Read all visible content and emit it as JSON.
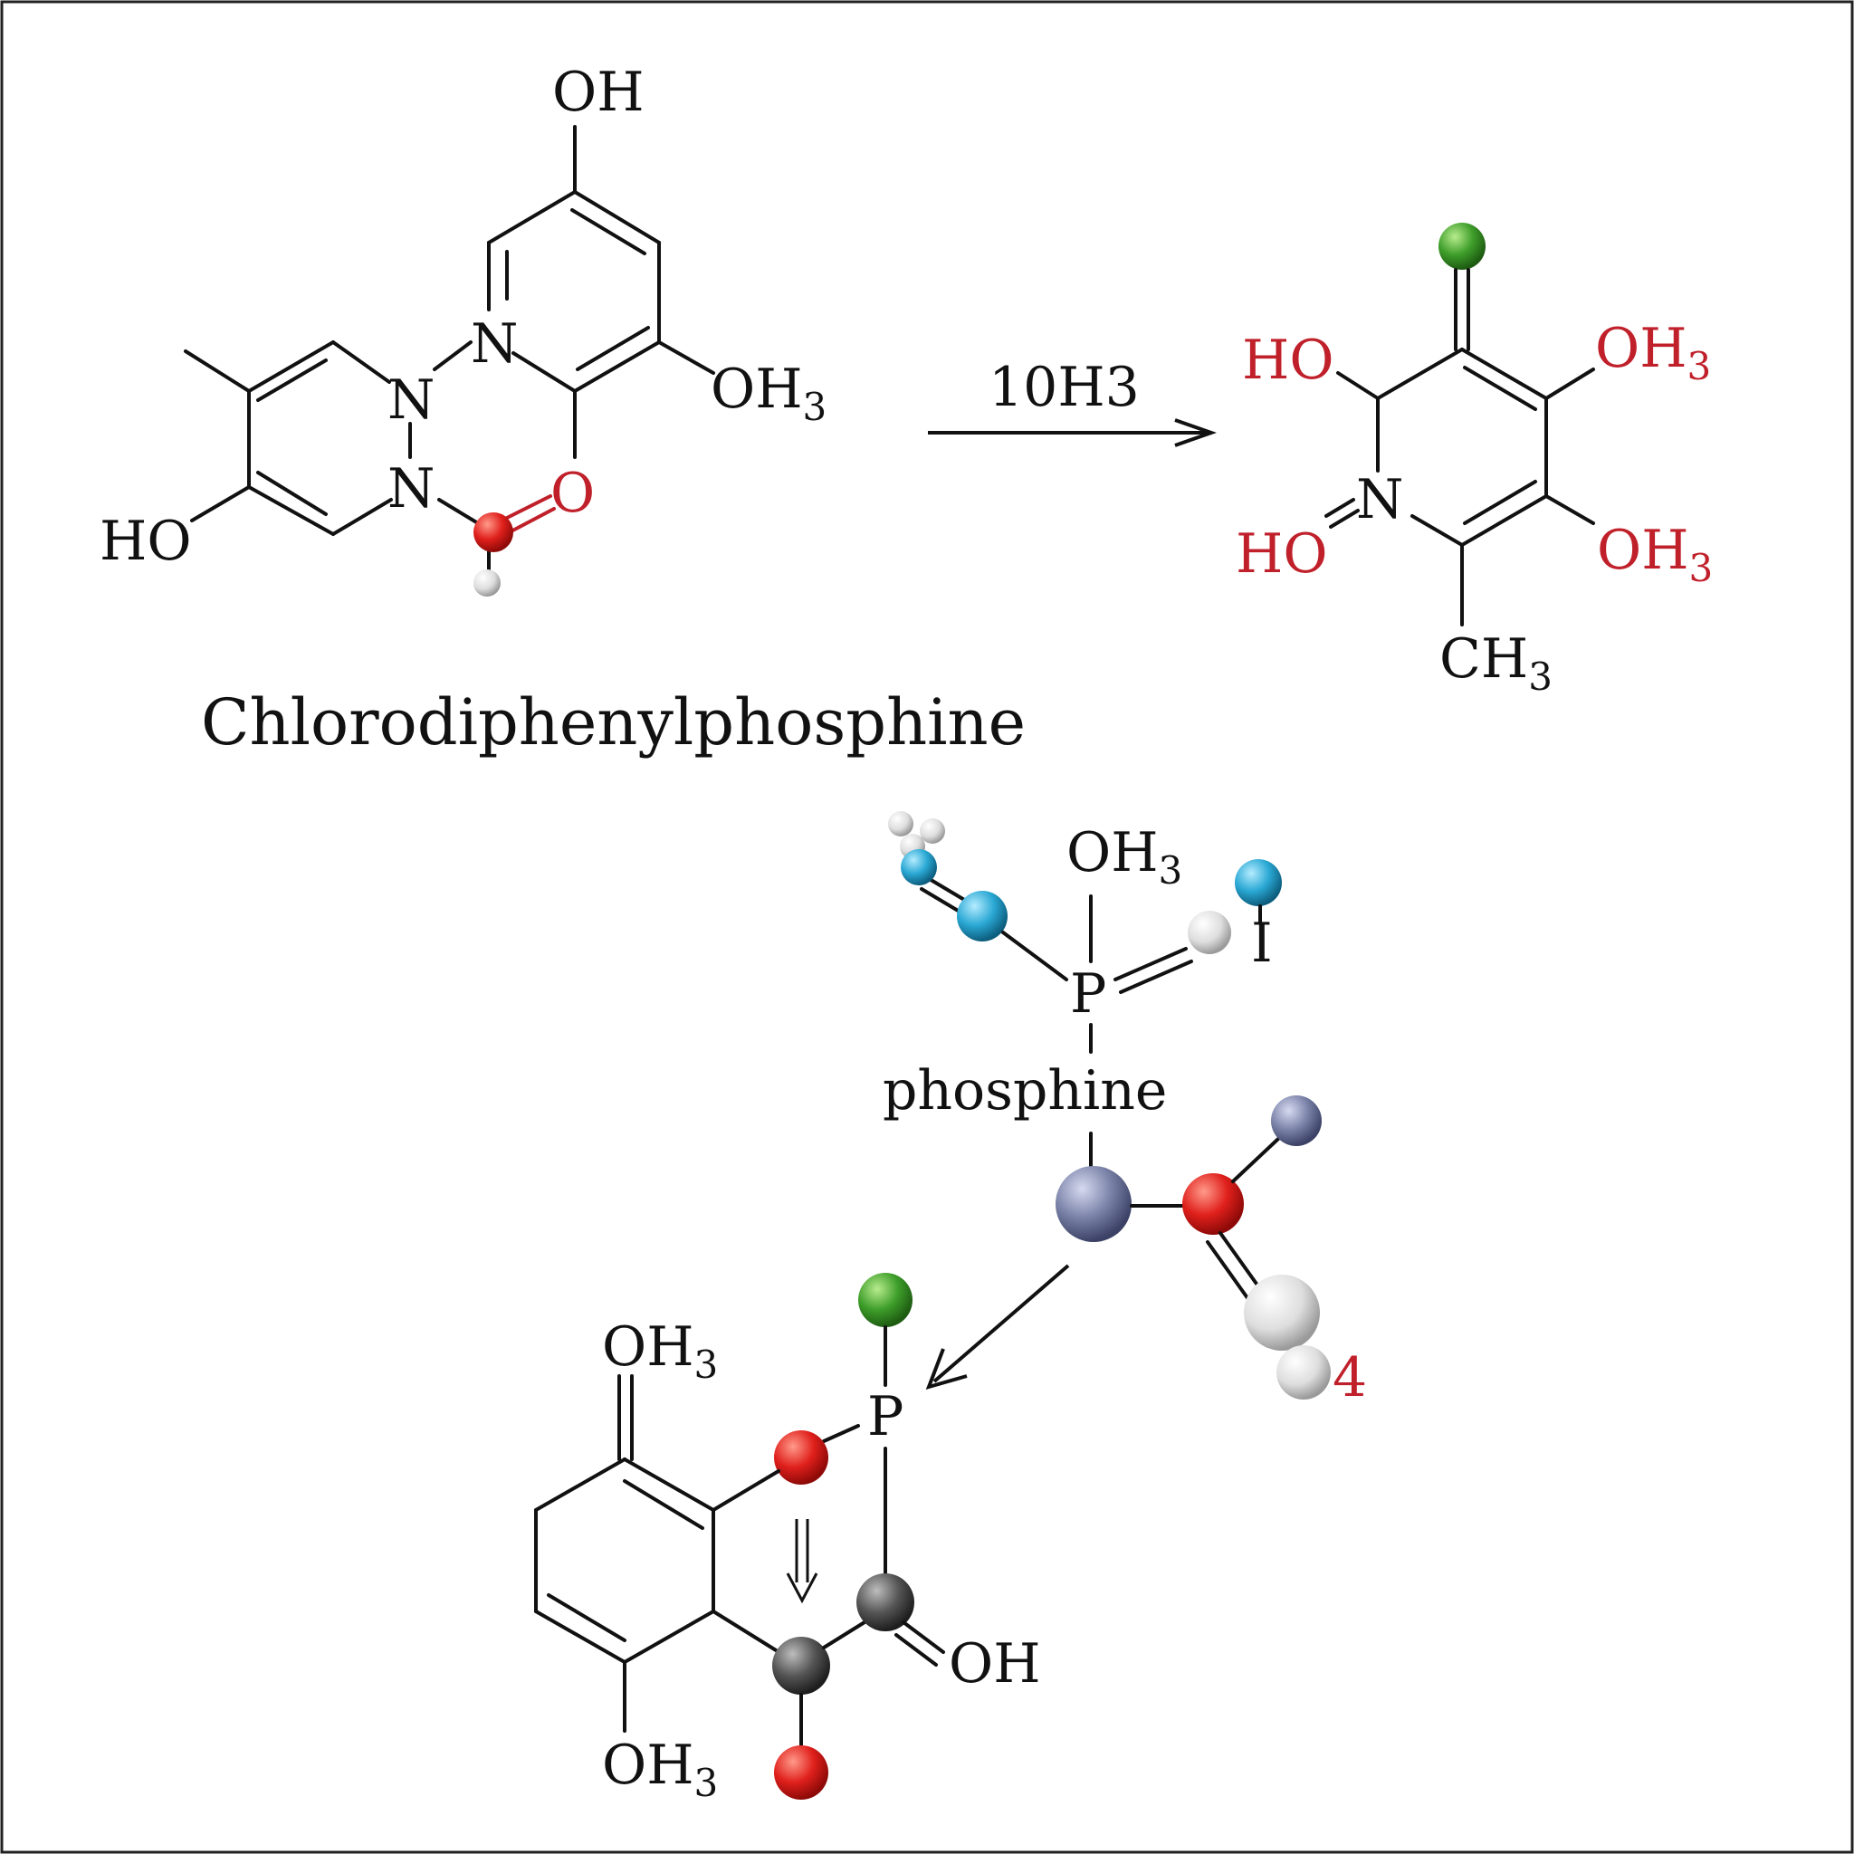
{
  "colors": {
    "red": "#c0202a",
    "black": "#111111",
    "oxygen": "#e0201c",
    "hydrogen": "#dcdcdc",
    "chlorine": "#3e9e2a",
    "blue": "#2aa8d4",
    "slate": "#7a82a8",
    "carbon": "#555555"
  },
  "reaction": {
    "reagent_label": "10H3"
  },
  "molecule1": {
    "name": "Chlorodiphenylphosphine",
    "labels": {
      "oh_top": "OH",
      "oh3_main": "OH",
      "oh3_sub": "3",
      "n_upper": "N",
      "n_left_top": "N",
      "n_left_bottom": "N",
      "o_red": "O",
      "ho_left": "HO"
    }
  },
  "molecule2": {
    "labels": {
      "ho_top": "HO",
      "oh3_top_main": "OH",
      "oh3_top_sub": "3",
      "n_ring": "N",
      "ho_bottom": "HO",
      "oh3_bottom_main": "OH",
      "oh3_bottom_sub": "3",
      "ch3_main": "CH",
      "ch3_sub": "3"
    }
  },
  "molecule3": {
    "labels": {
      "oh3_main": "OH",
      "oh3_sub": "3",
      "p": "P",
      "i": "I",
      "name": "phosphine",
      "four": "4"
    }
  },
  "molecule4": {
    "labels": {
      "oh3_top_main": "OH",
      "oh3_top_sub": "3",
      "p": "P",
      "oh": "OH",
      "oh3_bottom_main": "OH",
      "oh3_bottom_sub": "3"
    }
  }
}
